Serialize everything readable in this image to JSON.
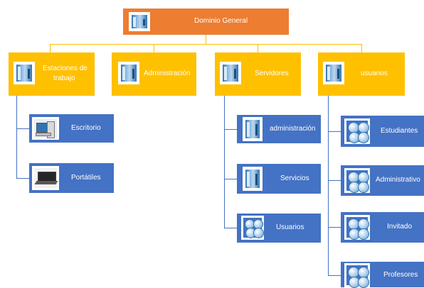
{
  "root": {
    "label": "Dominio General",
    "icon": "folder-icon"
  },
  "groups": {
    "estaciones": {
      "label": "Estaciones de trabajo",
      "line1": "Estaciones de",
      "line2": "trabajo",
      "icon": "folder-icon",
      "children": [
        {
          "label": "Escritorio",
          "icon": "desktop-computer-icon"
        },
        {
          "label": "Portátiles",
          "icon": "laptop-icon"
        }
      ]
    },
    "administracion": {
      "label": "Administración",
      "icon": "folder-icon"
    },
    "servidores": {
      "label": "Servidores",
      "icon": "folder-icon",
      "children": [
        {
          "label": "administración",
          "icon": "folder-icon"
        },
        {
          "label": "Servicios",
          "icon": "folder-icon"
        },
        {
          "label": "Usuarios",
          "icon": "users-group-icon"
        }
      ]
    },
    "usuarios": {
      "label": "usuarios",
      "icon": "folder-icon",
      "children": [
        {
          "label": "Estudiantes",
          "icon": "users-group-icon"
        },
        {
          "label": "Administrativo",
          "icon": "users-group-icon"
        },
        {
          "label": "Invitado",
          "icon": "users-group-icon"
        },
        {
          "label": "Profesores",
          "icon": "users-group-icon"
        }
      ]
    }
  },
  "colors": {
    "root": "#ed7d31",
    "level1": "#ffc000",
    "level2": "#4472c4",
    "connector": "#ffc000"
  }
}
